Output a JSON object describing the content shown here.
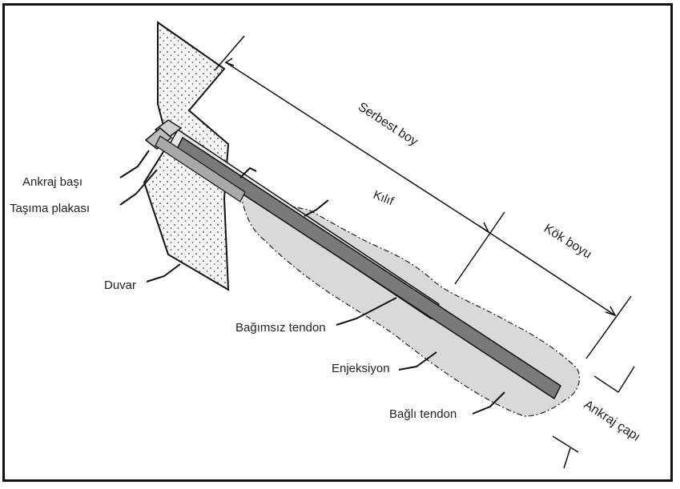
{
  "labels": {
    "serbest_boy": "Serbest boy",
    "kilif": "Kılıf",
    "kok_boyu": "Kök boyu",
    "ankraj_capi": "Ankraj çapı",
    "ankraj_basi": "Ankraj başı",
    "tasima_plakasi": "Taşıma plakası",
    "duvar": "Duvar",
    "bagimsiz_tendon": "Bağımsız tendon",
    "enjeksiyon": "Enjeksiyon",
    "bagli_tendon": "Bağlı tendon"
  },
  "colors": {
    "grout": "#d9d9d9",
    "tendon": "#7a7a7a",
    "wall_fill": "#f4f4f4",
    "line": "#111111"
  }
}
